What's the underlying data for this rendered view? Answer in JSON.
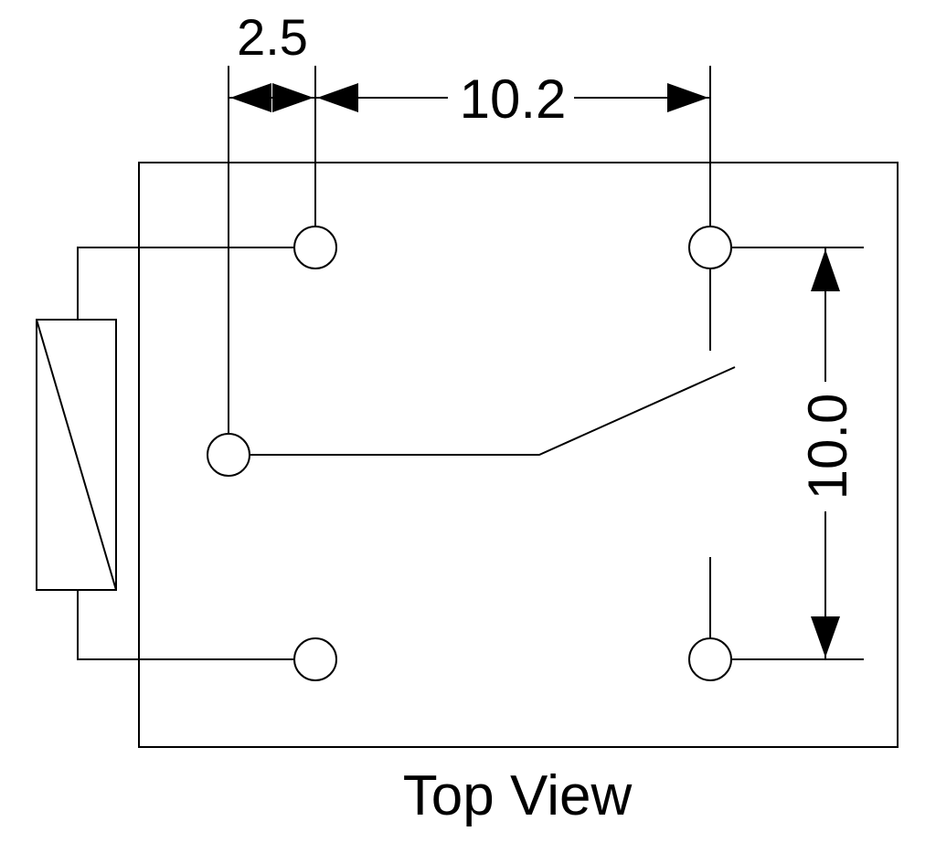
{
  "diagram": {
    "dim_pitch": "2.5",
    "dim_width": "10.2",
    "dim_height": "10.0",
    "caption": "Top View"
  },
  "colors": {
    "line": "#000000",
    "background": "#ffffff"
  },
  "icons": {
    "coil": "relay-coil-icon",
    "switch": "switch-contact-icon",
    "arrow": "dimension-arrow-icon"
  }
}
